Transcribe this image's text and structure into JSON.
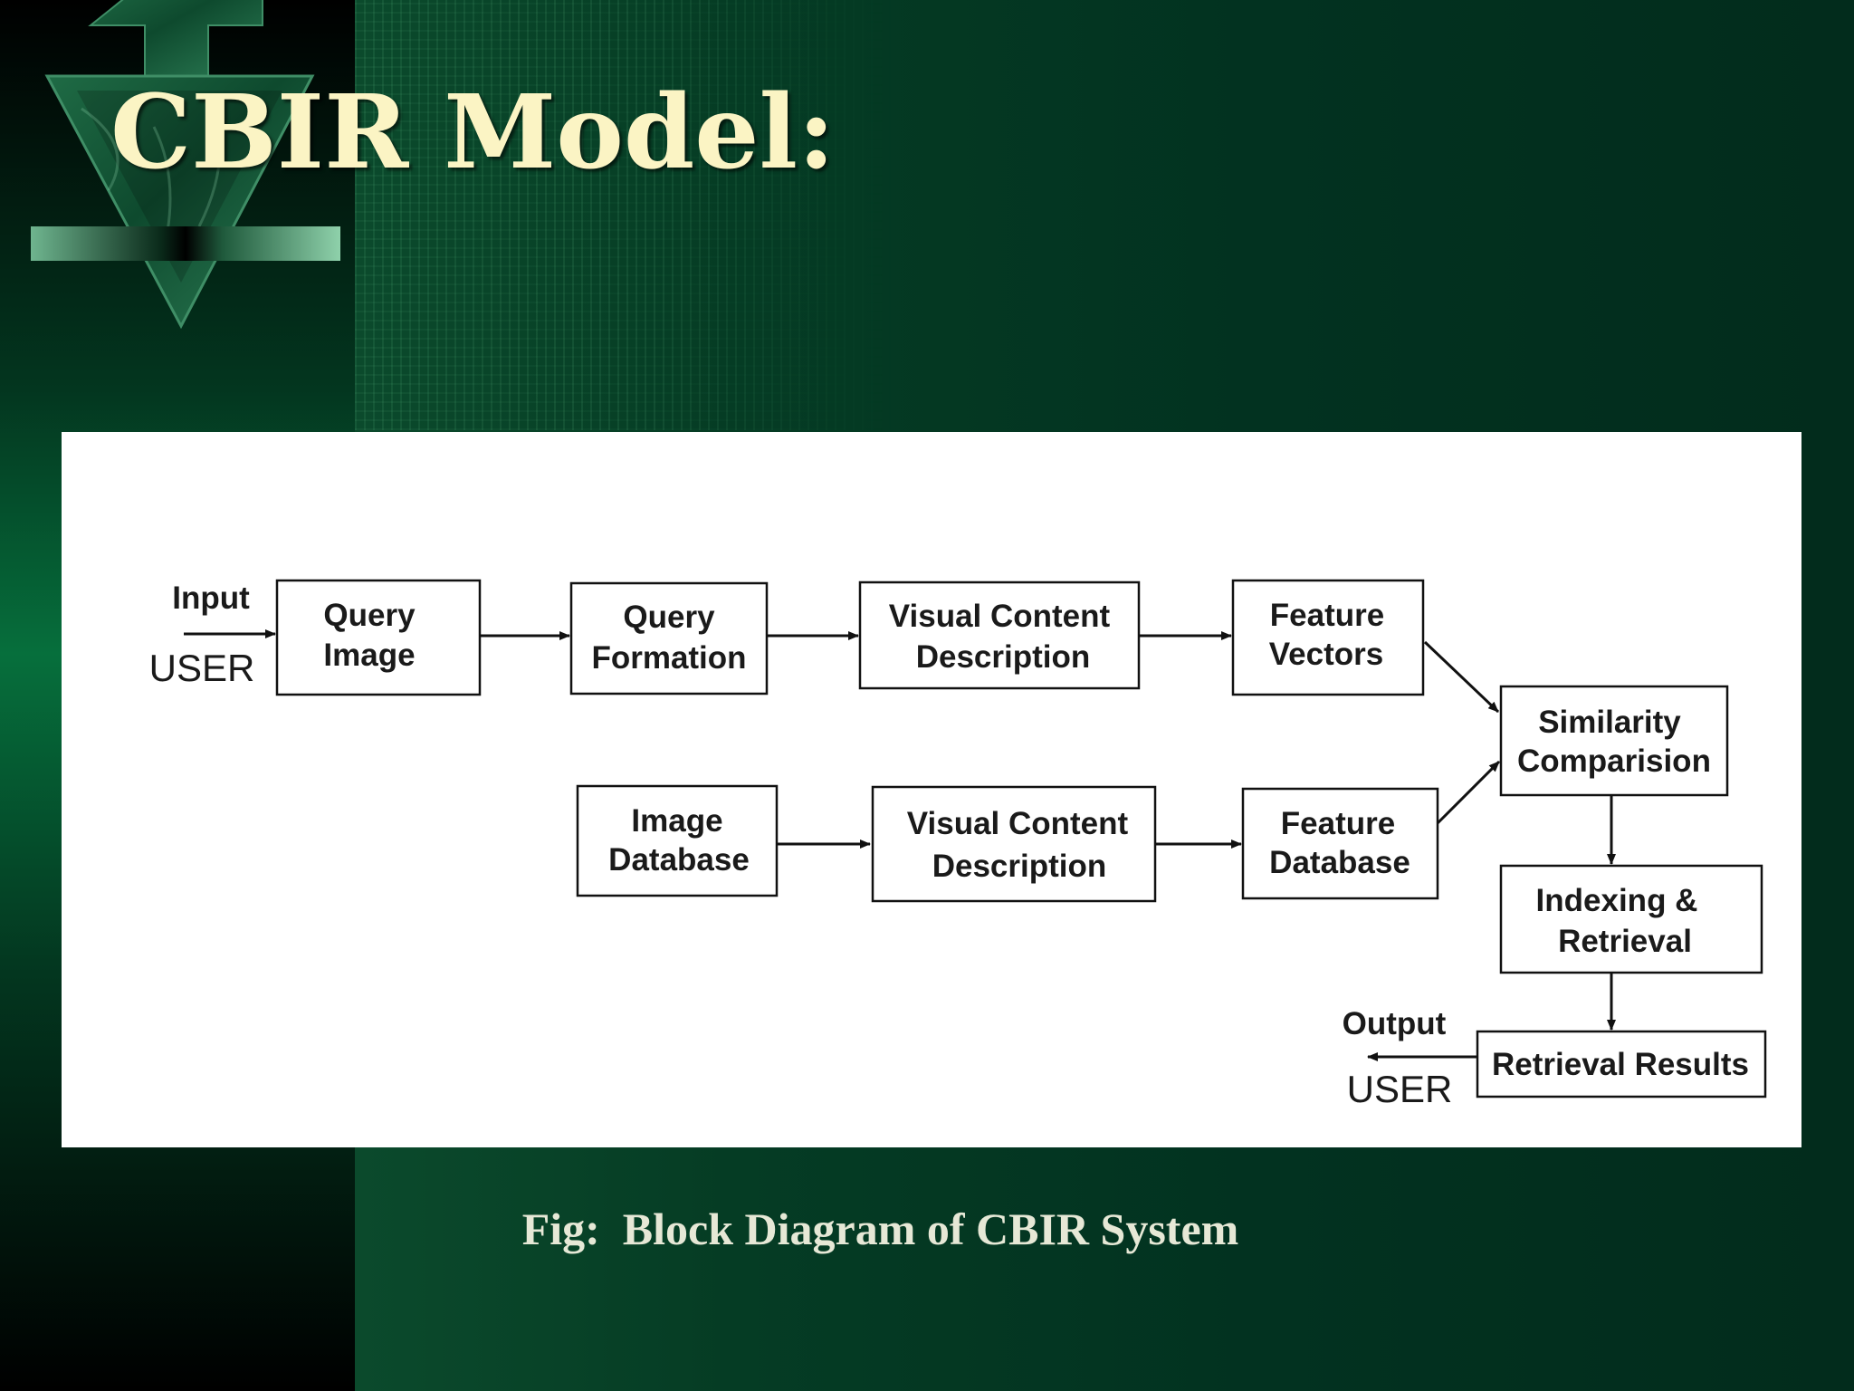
{
  "slide": {
    "title": "CBIR Model:",
    "caption": "Fig:  Block Diagram of CBIR System"
  },
  "diagram": {
    "blocks": {
      "query_image": [
        "Query",
        "Image"
      ],
      "query_formation": [
        "Query",
        "Formation"
      ],
      "visual_content_top": [
        "Visual Content",
        "Description"
      ],
      "feature_vectors": [
        "Feature",
        "Vectors"
      ],
      "similarity_comparision": [
        "Similarity",
        "Comparision"
      ],
      "image_database": [
        "Image",
        "Database"
      ],
      "visual_content_bottom": [
        "Visual Content",
        "Description"
      ],
      "feature_database": [
        "Feature",
        "Database"
      ],
      "indexing_retrieval": [
        "Indexing &",
        "Retrieval"
      ],
      "retrieval_results": [
        "Retrieval Results"
      ]
    },
    "labels": {
      "input": "Input",
      "input_user": "USER",
      "output": "Output",
      "output_user": "USER"
    }
  },
  "colors": {
    "title": "#fbf4c4",
    "caption": "#e6e8d6",
    "background": "#023220",
    "panel": "#ffffff"
  },
  "icons": {
    "logo": "green-marble-arrow-logo"
  }
}
